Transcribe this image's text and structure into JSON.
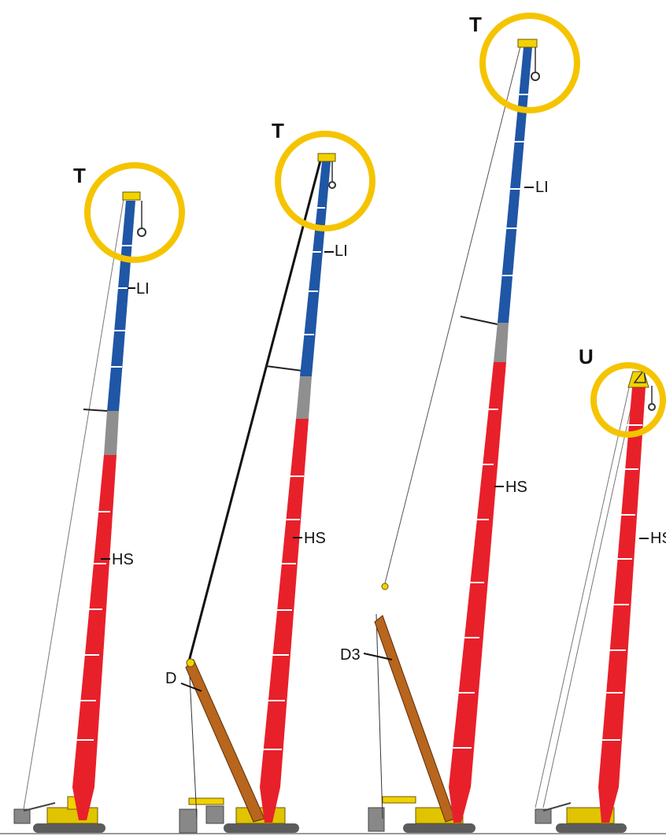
{
  "colors": {
    "boom_red": "#E8202A",
    "luffing_blue": "#1F56A6",
    "adapter_grey": "#8F8F8F",
    "derrick_brown": "#B8651E",
    "crane_yellow": "#F2D200",
    "highlight_circle": "#F5C400",
    "crawler_grey": "#5C5C5C"
  },
  "cranes": [
    {
      "head_label": "T",
      "boom_label": "HS",
      "jib_label": "LI",
      "derrick_label": "",
      "attachment": "luffing-jib"
    },
    {
      "head_label": "T",
      "boom_label": "HS",
      "jib_label": "LI",
      "derrick_label": "D",
      "attachment": "luffing-jib-derrick"
    },
    {
      "head_label": "T",
      "boom_label": "HS",
      "jib_label": "LI",
      "derrick_label": "D3",
      "attachment": "luffing-jib-derrick"
    },
    {
      "head_label": "U",
      "boom_label": "HS",
      "jib_label": "",
      "derrick_label": "",
      "attachment": "boom-head"
    }
  ]
}
